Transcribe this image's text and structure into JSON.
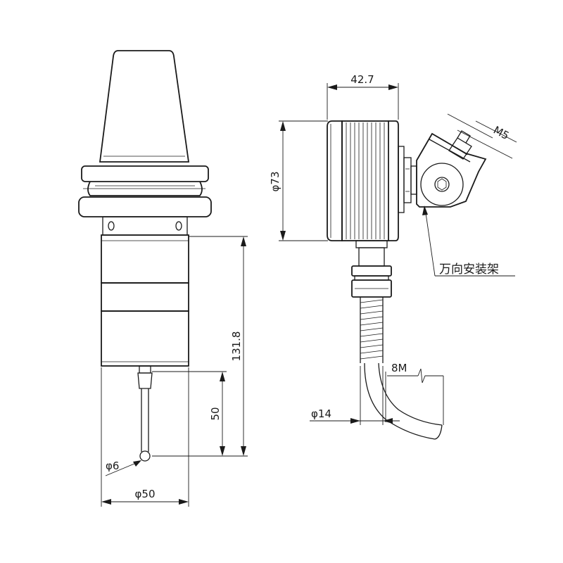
{
  "labels": {
    "width_42_7": "42.7",
    "dia_73": "φ73",
    "m5": "M5",
    "mount": "万向安装架",
    "height_131_8": "131.8",
    "len_50": "50",
    "cable_8m": "8M",
    "dia_14": "φ14",
    "dia_6": "φ6",
    "dia_50": "φ50"
  }
}
